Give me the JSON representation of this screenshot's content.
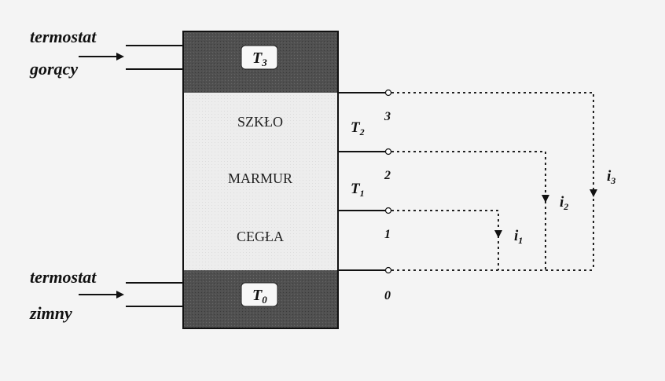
{
  "hot_thermostat": {
    "line1": "termostat",
    "line2": "gorący"
  },
  "cold_thermostat": {
    "line1": "termostat",
    "line2": "zimny"
  },
  "layers": [
    {
      "name": "SZKŁO"
    },
    {
      "name": "MARMUR"
    },
    {
      "name": "CEGŁA"
    }
  ],
  "temperatures": {
    "top": {
      "main": "T",
      "sub": "3"
    },
    "bottom": {
      "main": "T",
      "sub": "0"
    },
    "interface_upper": {
      "main": "T",
      "sub": "2"
    },
    "interface_lower": {
      "main": "T",
      "sub": "1"
    }
  },
  "node_labels": [
    "3",
    "2",
    "1",
    "0"
  ],
  "currents": [
    {
      "main": "i",
      "sub": "1"
    },
    {
      "main": "i",
      "sub": "2"
    },
    {
      "main": "i",
      "sub": "3"
    }
  ],
  "colors": {
    "dark_block": "#4a4a4a",
    "light_layer": "#ececec",
    "line": "#111111"
  }
}
